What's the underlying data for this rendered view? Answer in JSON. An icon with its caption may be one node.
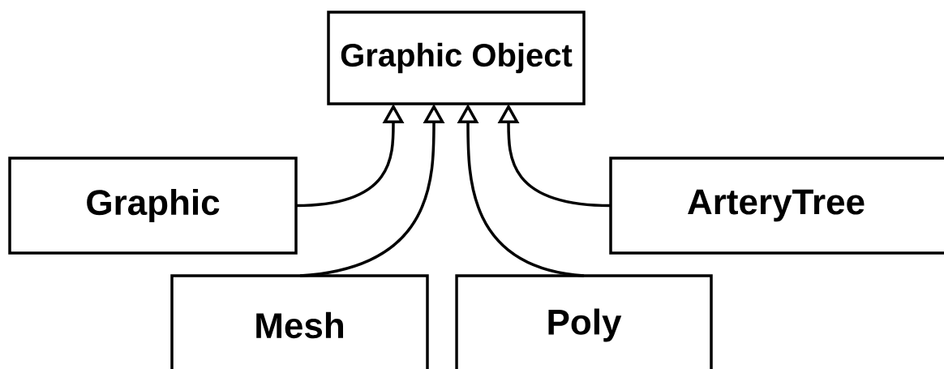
{
  "diagram": {
    "nodes": [
      {
        "text": [
          "Graphic Object"
        ]
      },
      {
        "text": [
          "Graphic"
        ]
      },
      {
        "text": [
          "ArteryTree"
        ]
      },
      {
        "text": [
          "Mesh"
        ]
      },
      {
        "text": [
          "Poly"
        ]
      }
    ],
    "edges": [
      {
        "from": 1,
        "to": 0,
        "arrow": "to"
      },
      {
        "from": 3,
        "to": 0,
        "arrow": "to"
      },
      {
        "from": 4,
        "to": 0,
        "arrow": "to"
      },
      {
        "from": 2,
        "to": 0,
        "arrow": "to"
      }
    ]
  }
}
